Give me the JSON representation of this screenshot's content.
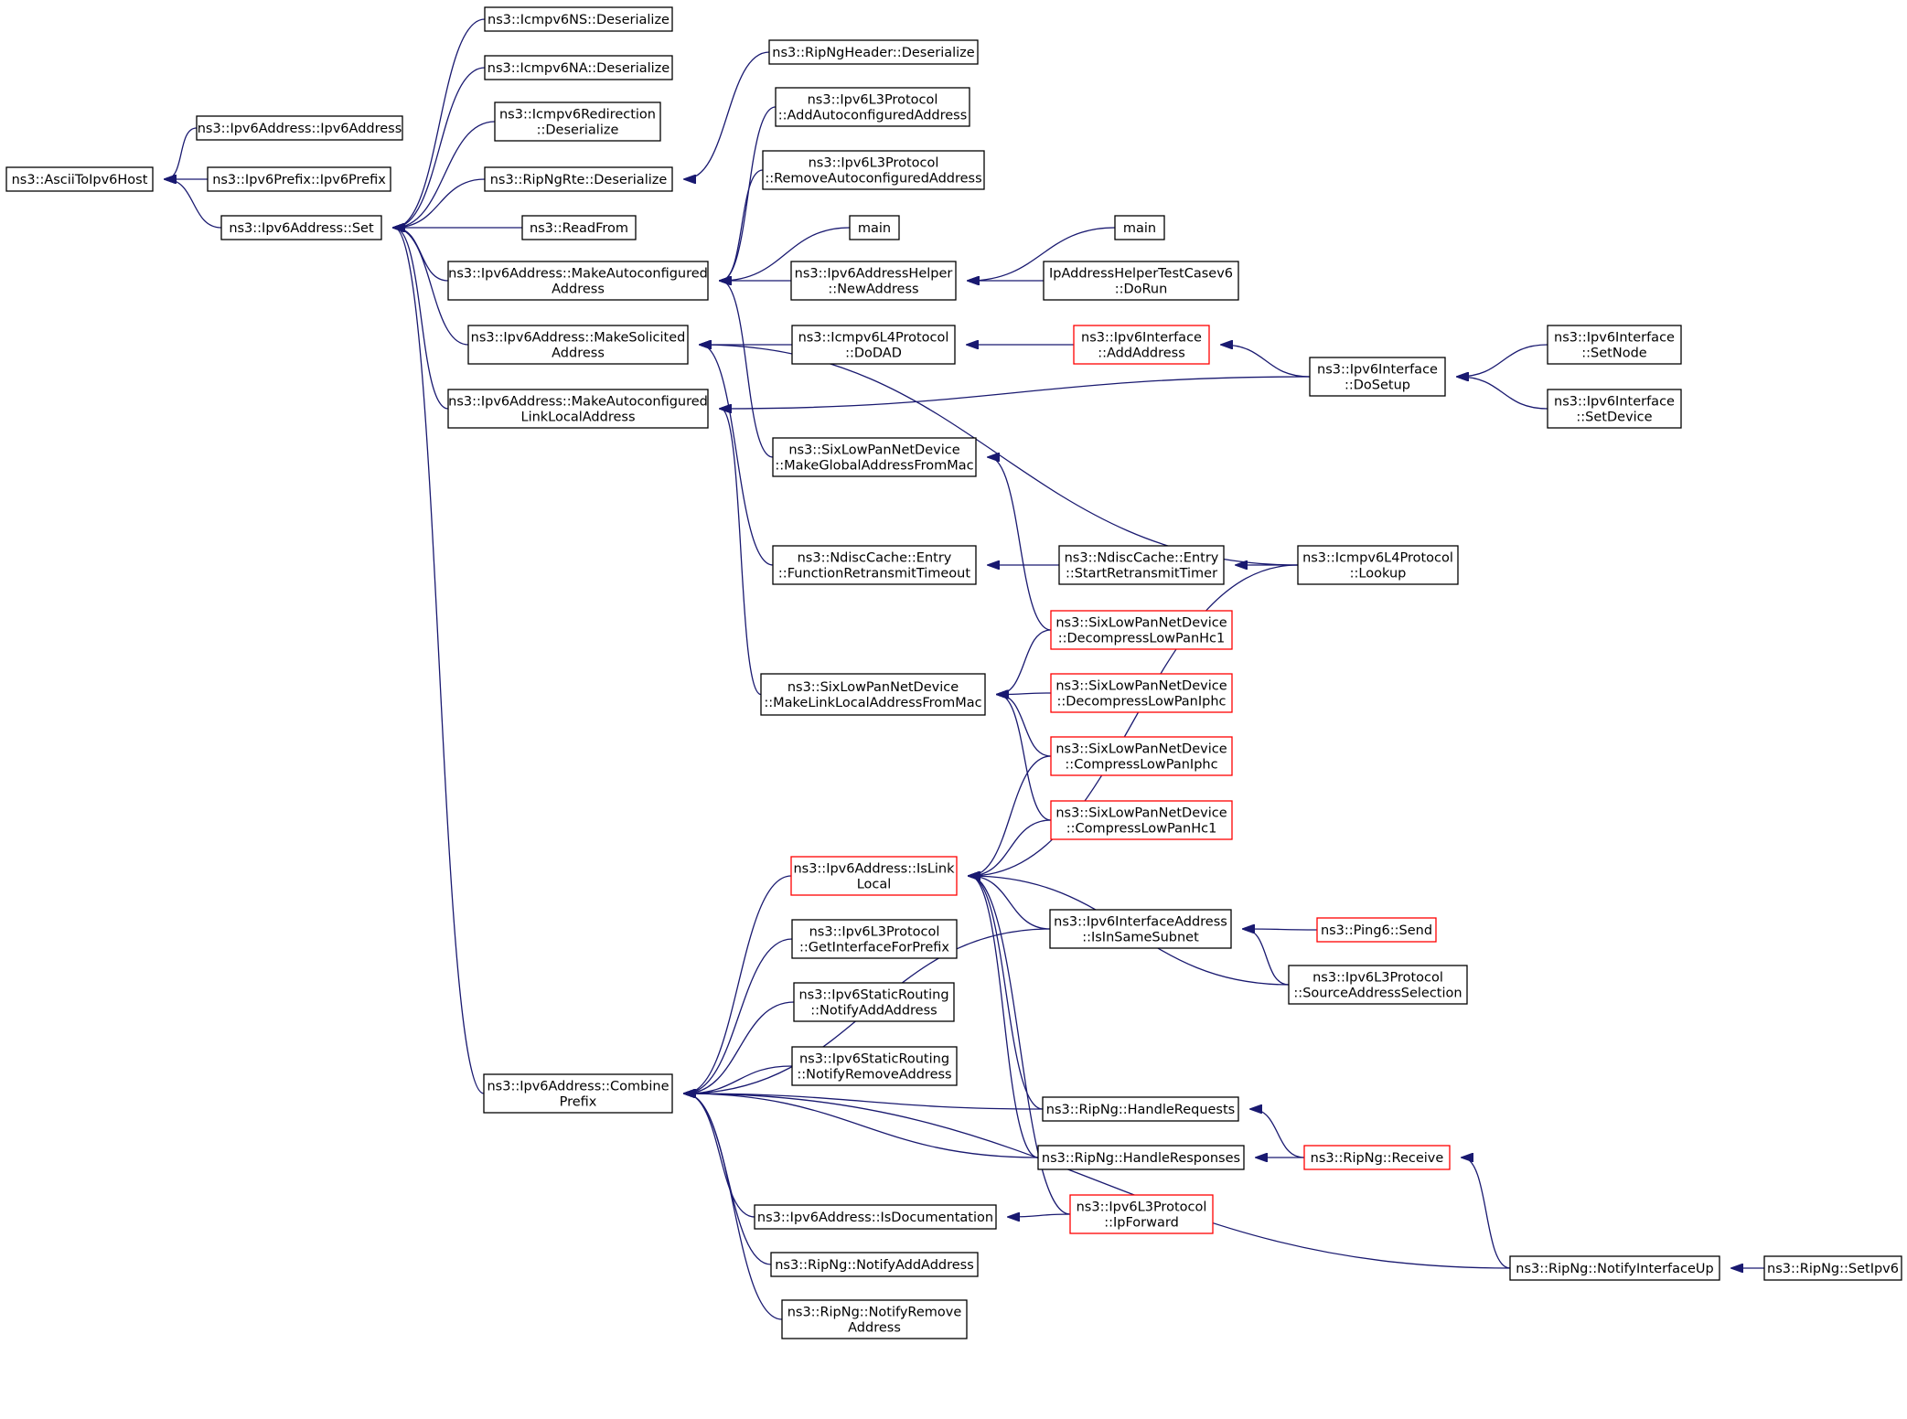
{
  "graph": {
    "colors": {
      "edge": "#191970",
      "border": "#000000",
      "truncated_border": "#ff0000",
      "root_fill": "#bfbfbf",
      "fill": "#ffffff"
    },
    "nodes": [
      {
        "id": "root",
        "lines": [
          "ns3::AsciiToIpv6Host"
        ],
        "style": "root"
      },
      {
        "id": "addrCtor",
        "lines": [
          "ns3::Ipv6Address::Ipv6Address"
        ]
      },
      {
        "id": "prefixCtor",
        "lines": [
          "ns3::Ipv6Prefix::Ipv6Prefix"
        ]
      },
      {
        "id": "set",
        "lines": [
          "ns3::Ipv6Address::Set"
        ]
      },
      {
        "id": "nsDeser",
        "lines": [
          "ns3::Icmpv6NS::Deserialize"
        ]
      },
      {
        "id": "naDeser",
        "lines": [
          "ns3::Icmpv6NA::Deserialize"
        ]
      },
      {
        "id": "redirDeser",
        "lines": [
          "ns3::Icmpv6Redirection",
          "::Deserialize"
        ]
      },
      {
        "id": "rteDeser",
        "lines": [
          "ns3::RipNgRte::Deserialize"
        ]
      },
      {
        "id": "readFrom",
        "lines": [
          "ns3::ReadFrom"
        ]
      },
      {
        "id": "makeAuto",
        "lines": [
          "ns3::Ipv6Address::MakeAutoconfigured",
          "Address"
        ]
      },
      {
        "id": "makeSol",
        "lines": [
          "ns3::Ipv6Address::MakeSolicited",
          "Address"
        ]
      },
      {
        "id": "makeLL",
        "lines": [
          "ns3::Ipv6Address::MakeAutoconfigured",
          "LinkLocalAddress"
        ]
      },
      {
        "id": "hdrDeser",
        "lines": [
          "ns3::RipNgHeader::Deserialize"
        ]
      },
      {
        "id": "addAuto",
        "lines": [
          "ns3::Ipv6L3Protocol",
          "::AddAutoconfiguredAddress"
        ]
      },
      {
        "id": "remAuto",
        "lines": [
          "ns3::Ipv6L3Protocol",
          "::RemoveAutoconfiguredAddress"
        ]
      },
      {
        "id": "main1",
        "lines": [
          "main"
        ]
      },
      {
        "id": "main2",
        "lines": [
          "main"
        ]
      },
      {
        "id": "newAddr",
        "lines": [
          "ns3::Ipv6AddressHelper",
          "::NewAddress"
        ]
      },
      {
        "id": "helperTest",
        "lines": [
          "IpAddressHelperTestCasev6",
          "::DoRun"
        ]
      },
      {
        "id": "doDAD",
        "lines": [
          "ns3::Icmpv6L4Protocol",
          "::DoDAD"
        ]
      },
      {
        "id": "ifAddAddr",
        "lines": [
          "ns3::Ipv6Interface",
          "::AddAddress"
        ],
        "style": "truncated"
      },
      {
        "id": "doSetup",
        "lines": [
          "ns3::Ipv6Interface",
          "::DoSetup"
        ]
      },
      {
        "id": "setNode",
        "lines": [
          "ns3::Ipv6Interface",
          "::SetNode"
        ]
      },
      {
        "id": "setDevice",
        "lines": [
          "ns3::Ipv6Interface",
          "::SetDevice"
        ]
      },
      {
        "id": "makeGlobal",
        "lines": [
          "ns3::SixLowPanNetDevice",
          "::MakeGlobalAddressFromMac"
        ]
      },
      {
        "id": "funcRetrans",
        "lines": [
          "ns3::NdiscCache::Entry",
          "::FunctionRetransmitTimeout"
        ]
      },
      {
        "id": "startRetrans",
        "lines": [
          "ns3::NdiscCache::Entry",
          "::StartRetransmitTimer"
        ]
      },
      {
        "id": "lookup",
        "lines": [
          "ns3::Icmpv6L4Protocol",
          "::Lookup"
        ]
      },
      {
        "id": "decHc1",
        "lines": [
          "ns3::SixLowPanNetDevice",
          "::DecompressLowPanHc1"
        ],
        "style": "truncated"
      },
      {
        "id": "makeLLMac",
        "lines": [
          "ns3::SixLowPanNetDevice",
          "::MakeLinkLocalAddressFromMac"
        ]
      },
      {
        "id": "decIphc",
        "lines": [
          "ns3::SixLowPanNetDevice",
          "::DecompressLowPanIphc"
        ],
        "style": "truncated"
      },
      {
        "id": "compIphc",
        "lines": [
          "ns3::SixLowPanNetDevice",
          "::CompressLowPanIphc"
        ],
        "style": "truncated"
      },
      {
        "id": "compHc1",
        "lines": [
          "ns3::SixLowPanNetDevice",
          "::CompressLowPanHc1"
        ],
        "style": "truncated"
      },
      {
        "id": "isLL",
        "lines": [
          "ns3::Ipv6Address::IsLink",
          "Local"
        ],
        "style": "truncated"
      },
      {
        "id": "getIfPref",
        "lines": [
          "ns3::Ipv6L3Protocol",
          "::GetInterfaceForPrefix"
        ]
      },
      {
        "id": "isSame",
        "lines": [
          "ns3::Ipv6InterfaceAddress",
          "::IsInSameSubnet"
        ]
      },
      {
        "id": "pingSend",
        "lines": [
          "ns3::Ping6::Send"
        ],
        "style": "truncated"
      },
      {
        "id": "srcSel",
        "lines": [
          "ns3::Ipv6L3Protocol",
          "::SourceAddressSelection"
        ]
      },
      {
        "id": "srNotifyAdd",
        "lines": [
          "ns3::Ipv6StaticRouting",
          "::NotifyAddAddress"
        ]
      },
      {
        "id": "srNotifyRem",
        "lines": [
          "ns3::Ipv6StaticRouting",
          "::NotifyRemoveAddress"
        ]
      },
      {
        "id": "combine",
        "lines": [
          "ns3::Ipv6Address::Combine",
          "Prefix"
        ]
      },
      {
        "id": "handleReq",
        "lines": [
          "ns3::RipNg::HandleRequests"
        ]
      },
      {
        "id": "handleResp",
        "lines": [
          "ns3::RipNg::HandleResponses"
        ]
      },
      {
        "id": "receive",
        "lines": [
          "ns3::RipNg::Receive"
        ],
        "style": "truncated"
      },
      {
        "id": "isDoc",
        "lines": [
          "ns3::Ipv6Address::IsDocumentation"
        ]
      },
      {
        "id": "ipForward",
        "lines": [
          "ns3::Ipv6L3Protocol",
          "::IpForward"
        ],
        "style": "truncated"
      },
      {
        "id": "ripNotifyAdd",
        "lines": [
          "ns3::RipNg::NotifyAddAddress"
        ]
      },
      {
        "id": "ripNotifyRem",
        "lines": [
          "ns3::RipNg::NotifyRemove",
          "Address"
        ]
      },
      {
        "id": "notifyUp",
        "lines": [
          "ns3::RipNg::NotifyInterfaceUp"
        ]
      },
      {
        "id": "setIpv6",
        "lines": [
          "ns3::RipNg::SetIpv6"
        ]
      }
    ],
    "edges": [
      [
        "root",
        "addrCtor"
      ],
      [
        "root",
        "prefixCtor"
      ],
      [
        "root",
        "set"
      ],
      [
        "set",
        "nsDeser"
      ],
      [
        "set",
        "naDeser"
      ],
      [
        "set",
        "redirDeser"
      ],
      [
        "set",
        "rteDeser"
      ],
      [
        "set",
        "readFrom"
      ],
      [
        "set",
        "makeAuto"
      ],
      [
        "set",
        "makeSol"
      ],
      [
        "set",
        "makeLL"
      ],
      [
        "set",
        "combine"
      ],
      [
        "rteDeser",
        "hdrDeser"
      ],
      [
        "makeAuto",
        "addAuto"
      ],
      [
        "makeAuto",
        "remAuto"
      ],
      [
        "makeAuto",
        "main1"
      ],
      [
        "makeAuto",
        "newAddr"
      ],
      [
        "makeAuto",
        "makeGlobal"
      ],
      [
        "newAddr",
        "main2"
      ],
      [
        "newAddr",
        "helperTest"
      ],
      [
        "makeSol",
        "doDAD"
      ],
      [
        "makeSol",
        "funcRetrans"
      ],
      [
        "makeSol",
        "lookup"
      ],
      [
        "doDAD",
        "ifAddAddr"
      ],
      [
        "ifAddAddr",
        "doSetup"
      ],
      [
        "makeLL",
        "doSetup"
      ],
      [
        "doSetup",
        "setNode"
      ],
      [
        "doSetup",
        "setDevice"
      ],
      [
        "makeLL",
        "makeLLMac"
      ],
      [
        "makeGlobal",
        "decHc1"
      ],
      [
        "funcRetrans",
        "startRetrans"
      ],
      [
        "startRetrans",
        "lookup"
      ],
      [
        "makeLLMac",
        "decHc1"
      ],
      [
        "makeLLMac",
        "decIphc"
      ],
      [
        "makeLLMac",
        "compIphc"
      ],
      [
        "makeLLMac",
        "compHc1"
      ],
      [
        "combine",
        "isLL"
      ],
      [
        "combine",
        "isSame"
      ],
      [
        "combine",
        "getIfPref"
      ],
      [
        "combine",
        "srNotifyAdd"
      ],
      [
        "combine",
        "srNotifyRem"
      ],
      [
        "combine",
        "handleReq"
      ],
      [
        "combine",
        "handleResp"
      ],
      [
        "combine",
        "isDoc"
      ],
      [
        "combine",
        "ripNotifyAdd"
      ],
      [
        "combine",
        "ripNotifyRem"
      ],
      [
        "combine",
        "notifyUp"
      ],
      [
        "isLL",
        "compIphc"
      ],
      [
        "isLL",
        "compHc1"
      ],
      [
        "isLL",
        "lookup"
      ],
      [
        "isLL",
        "isSame"
      ],
      [
        "isLL",
        "srcSel"
      ],
      [
        "isLL",
        "handleReq"
      ],
      [
        "isLL",
        "handleResp"
      ],
      [
        "isLL",
        "ipForward"
      ],
      [
        "isSame",
        "pingSend"
      ],
      [
        "isSame",
        "srcSel"
      ],
      [
        "handleReq",
        "receive"
      ],
      [
        "handleResp",
        "receive"
      ],
      [
        "isDoc",
        "ipForward"
      ],
      [
        "receive",
        "notifyUp"
      ],
      [
        "notifyUp",
        "setIpv6"
      ]
    ]
  }
}
